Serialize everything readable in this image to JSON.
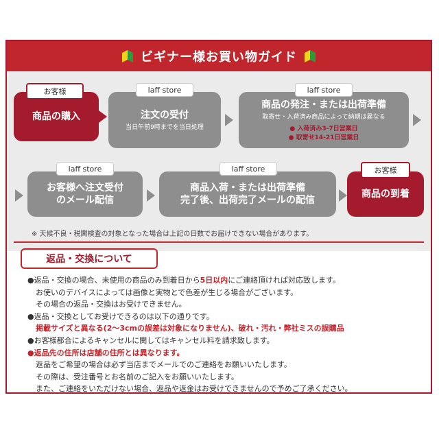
{
  "header": {
    "title": "ビギナー様お買い物ガイド"
  },
  "flow": {
    "row1": [
      {
        "tag": "お客様",
        "main": "商品の購入"
      },
      {
        "tag": "laff store",
        "main": "注文の受付",
        "sub": "当日午前9時までを当日処理"
      },
      {
        "tag": "laff store",
        "main": "商品の発注・または出荷準備",
        "sub": "取寄せ・入荷済み商品によって納期は異なる",
        "bullets": [
          "入荷済み3-7日営業日",
          "取寄せ14-21日営業日"
        ]
      }
    ],
    "row2": [
      {
        "tag": "laff store",
        "main1": "お客様へ注文受付",
        "main2": "のメール配信"
      },
      {
        "tag": "laff store",
        "main1": "商品入荷・または出荷準備",
        "main2": "完了後、出荷完了メールの配信"
      },
      {
        "tag": "お客様",
        "main": "商品の到着"
      }
    ],
    "note": "※ 天候不良・税関検査の対象となった場合は上記の日数でお届けできない場合があります。"
  },
  "returns": {
    "title": "返品・交換について",
    "lines": {
      "l1a": "●返品・交換の場合、未使用の商品のみ到着日から",
      "l1b": "5日以内",
      "l1c": "にご連絡頂ければ対応致します。",
      "l2": "お使いのデバイスによっては画像と実物とで色差が生じる場合がございます。",
      "l3": "その場合の返品・交換はお受けできません。",
      "l4": "●返品・交換としてお受けできるのは以下の通りです。",
      "l5": "掲載サイズと異なる(2〜3cmの誤差は対象になりません)、破れ・汚れ・弊社ミスの誤購品",
      "l6": "●お客様都合によるキャンセルに関してはキャンセル料を請求致します。",
      "l7": "●返品先の住所は店舗の住所とは異なります。",
      "l8": "返品をご希望の場合は必ず当店までメールでのご連絡をお願いいたします。",
      "l9": "その際は、受注番号とお名前のご記入をお願いいたします。",
      "l10": "また、ご連絡をいただけない場合、返品や返金はお受けできませんので予めご了承ください。"
    }
  },
  "colors": {
    "brand_red": "#c1262d",
    "dark_red": "#a31b2d",
    "step_gray": "#8e8e8e"
  },
  "icons": [
    "beginner-leaf-icon"
  ]
}
